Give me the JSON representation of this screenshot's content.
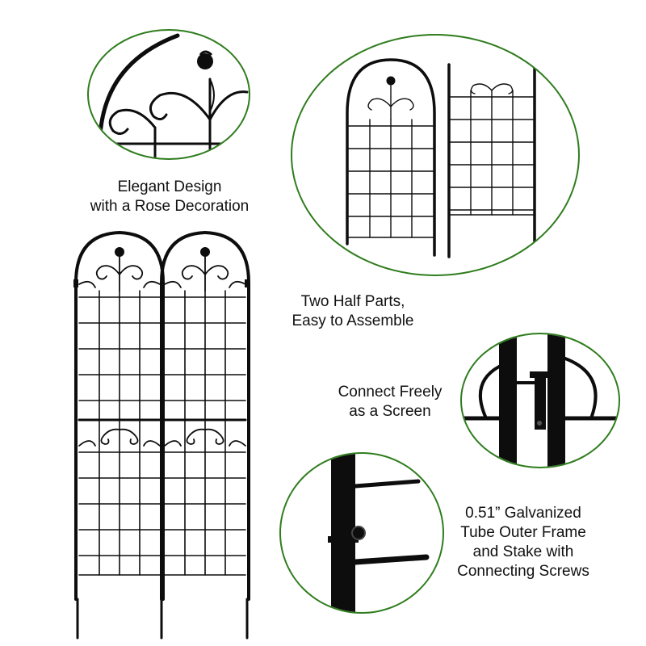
{
  "colors": {
    "circle_border": "#2f7d1e",
    "metal": "#0d0d0d",
    "background": "#ffffff",
    "text": "#111111"
  },
  "captions": {
    "design": {
      "line1": "Elegant Design",
      "line2": "with a Rose Decoration"
    },
    "parts": {
      "line1": "Two Half Parts,",
      "line2": "Easy to Assemble"
    },
    "screen": {
      "line1": "Connect Freely",
      "line2": "as a Screen"
    },
    "tube": {
      "line1": "0.51” Galvanized",
      "line2": "Tube Outer Frame",
      "line3": "and Stake with",
      "line4": "Connecting Screws"
    }
  },
  "callouts": [
    {
      "icon": "rose-detail-image"
    },
    {
      "icon": "half-parts-image"
    },
    {
      "icon": "connector-detail-image"
    },
    {
      "icon": "tube-screw-image"
    }
  ]
}
